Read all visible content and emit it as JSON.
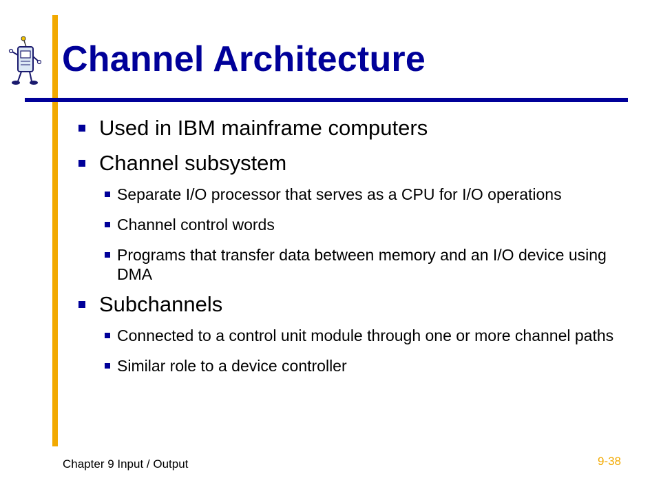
{
  "slide": {
    "title": "Channel Architecture",
    "items": [
      {
        "level": 1,
        "text": "Used in IBM mainframe computers"
      },
      {
        "level": 1,
        "text": "Channel subsystem"
      },
      {
        "level": 2,
        "text": "Separate I/O processor that serves as a CPU for I/O operations"
      },
      {
        "level": 2,
        "text": "Channel control words"
      },
      {
        "level": 2,
        "text": "Programs that transfer data between memory and an I/O device using DMA"
      },
      {
        "level": 1,
        "text": "Subchannels"
      },
      {
        "level": 2,
        "text": "Connected to a control unit module through one or more channel paths"
      },
      {
        "level": 2,
        "text": "Similar role to a device controller"
      }
    ],
    "icons": {
      "logo": "computer-mascot-icon",
      "bullet": "square-bullet-icon"
    }
  },
  "footer": {
    "left": "Chapter 9 Input / Output",
    "right": "9-38"
  },
  "colors": {
    "accent_bar": "#f2a900",
    "title": "#000099",
    "rule": "#000099",
    "bullet": "#000099",
    "page_number": "#f2a900"
  }
}
